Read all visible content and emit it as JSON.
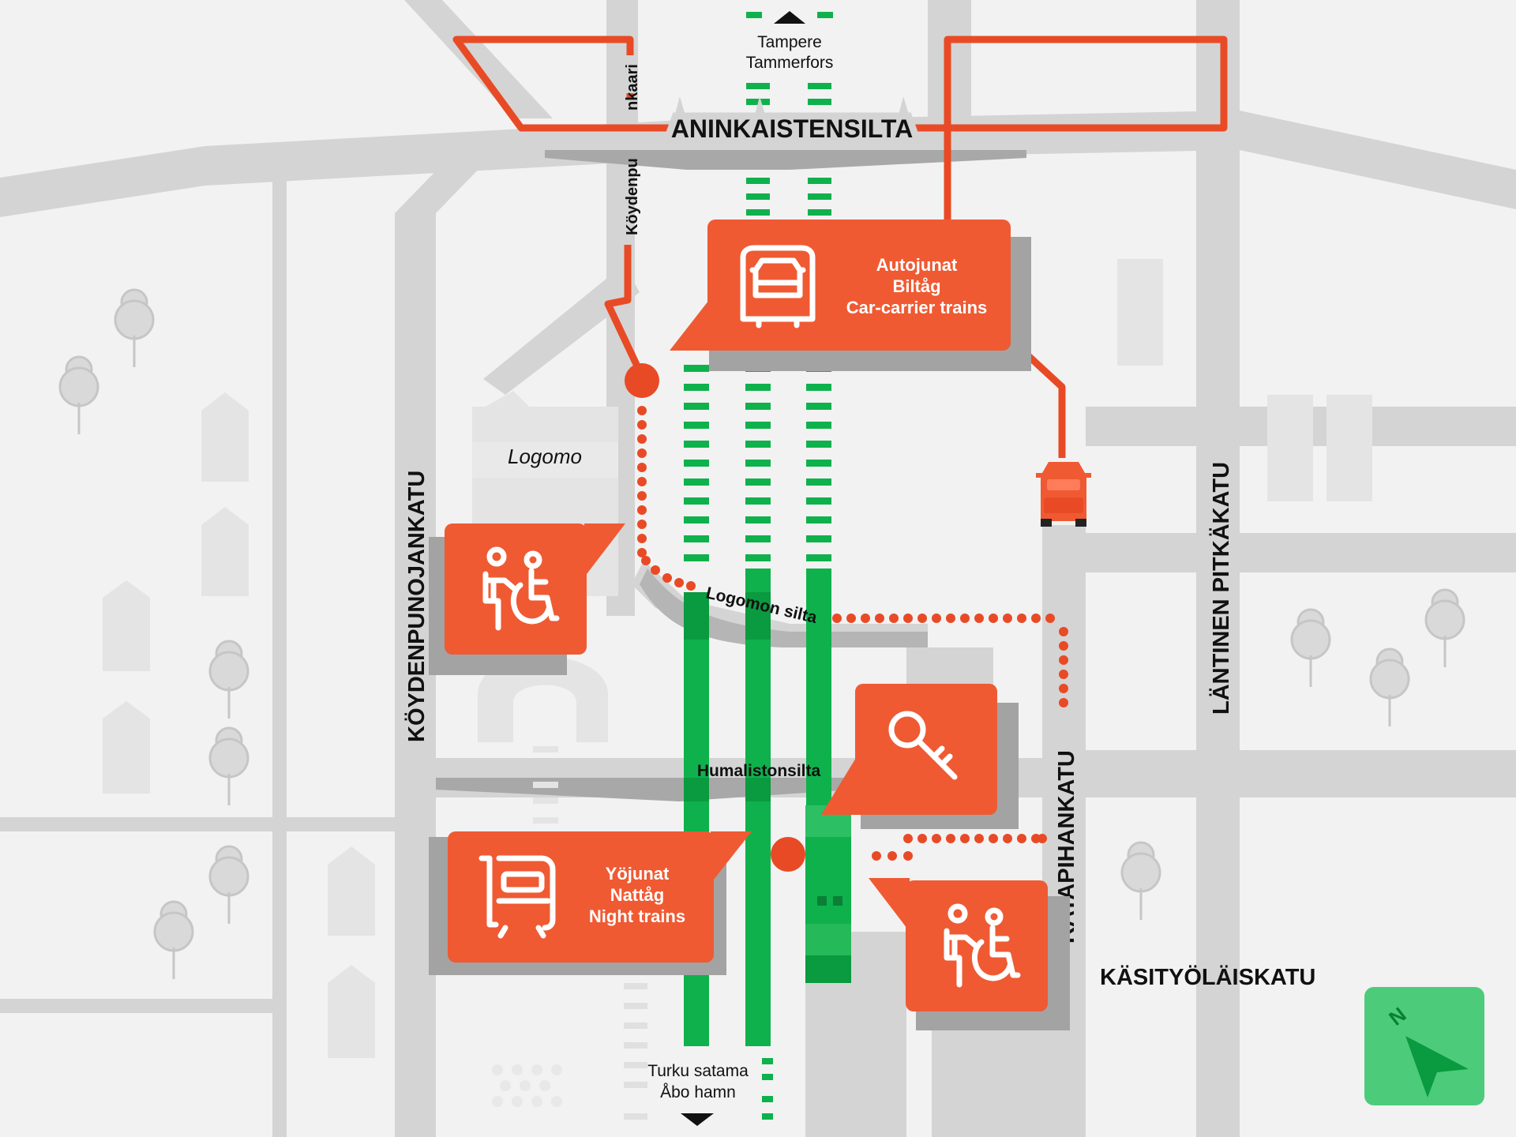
{
  "streets": {
    "aninkaistensilta": "ANINKAISTENSILTA",
    "koydenpunojankatu": "KÖYDENPUNOJANKATU",
    "koydenpunojankaari_top": "nkaari",
    "koydenpunojankaari_bottom": "Köydenpu",
    "lantinen_pitkakatu": "LÄNTINEN PITKÄKATU",
    "ratapihankatu": "RATAPIHANKATU",
    "kasityolaiskatu": "KÄSITYÖLÄISKATU",
    "logomon_silta": "Logomon silta",
    "humalistonsilta": "Humalistonsilta"
  },
  "places": {
    "logomo": "Logomo"
  },
  "destinations": {
    "north": [
      "Tampere",
      "Tammerfors"
    ],
    "south": [
      "Turku satama",
      "Åbo hamn"
    ]
  },
  "cards": {
    "car_carrier": {
      "icon": "car-carrier-train-icon",
      "lines": [
        "Autojunat",
        "Biltåg",
        "Car-carrier trains"
      ]
    },
    "night_trains": {
      "icon": "night-train-icon",
      "lines": [
        "Yöjunat",
        "Nattåg",
        "Night trains"
      ]
    },
    "assistance_west": {
      "icon": "accessibility-assistance-icon"
    },
    "assistance_east": {
      "icon": "accessibility-assistance-icon"
    },
    "key_service": {
      "icon": "key-icon"
    }
  },
  "compass": {
    "label": "N",
    "icon": "navigation-arrow-icon"
  },
  "colors": {
    "accent_orange": "#ef5a33",
    "rail_green": "#0fb14c",
    "road_gray": "#d4d4d4",
    "background": "#f2f2f2",
    "compass_green": "#4ccc7a"
  }
}
